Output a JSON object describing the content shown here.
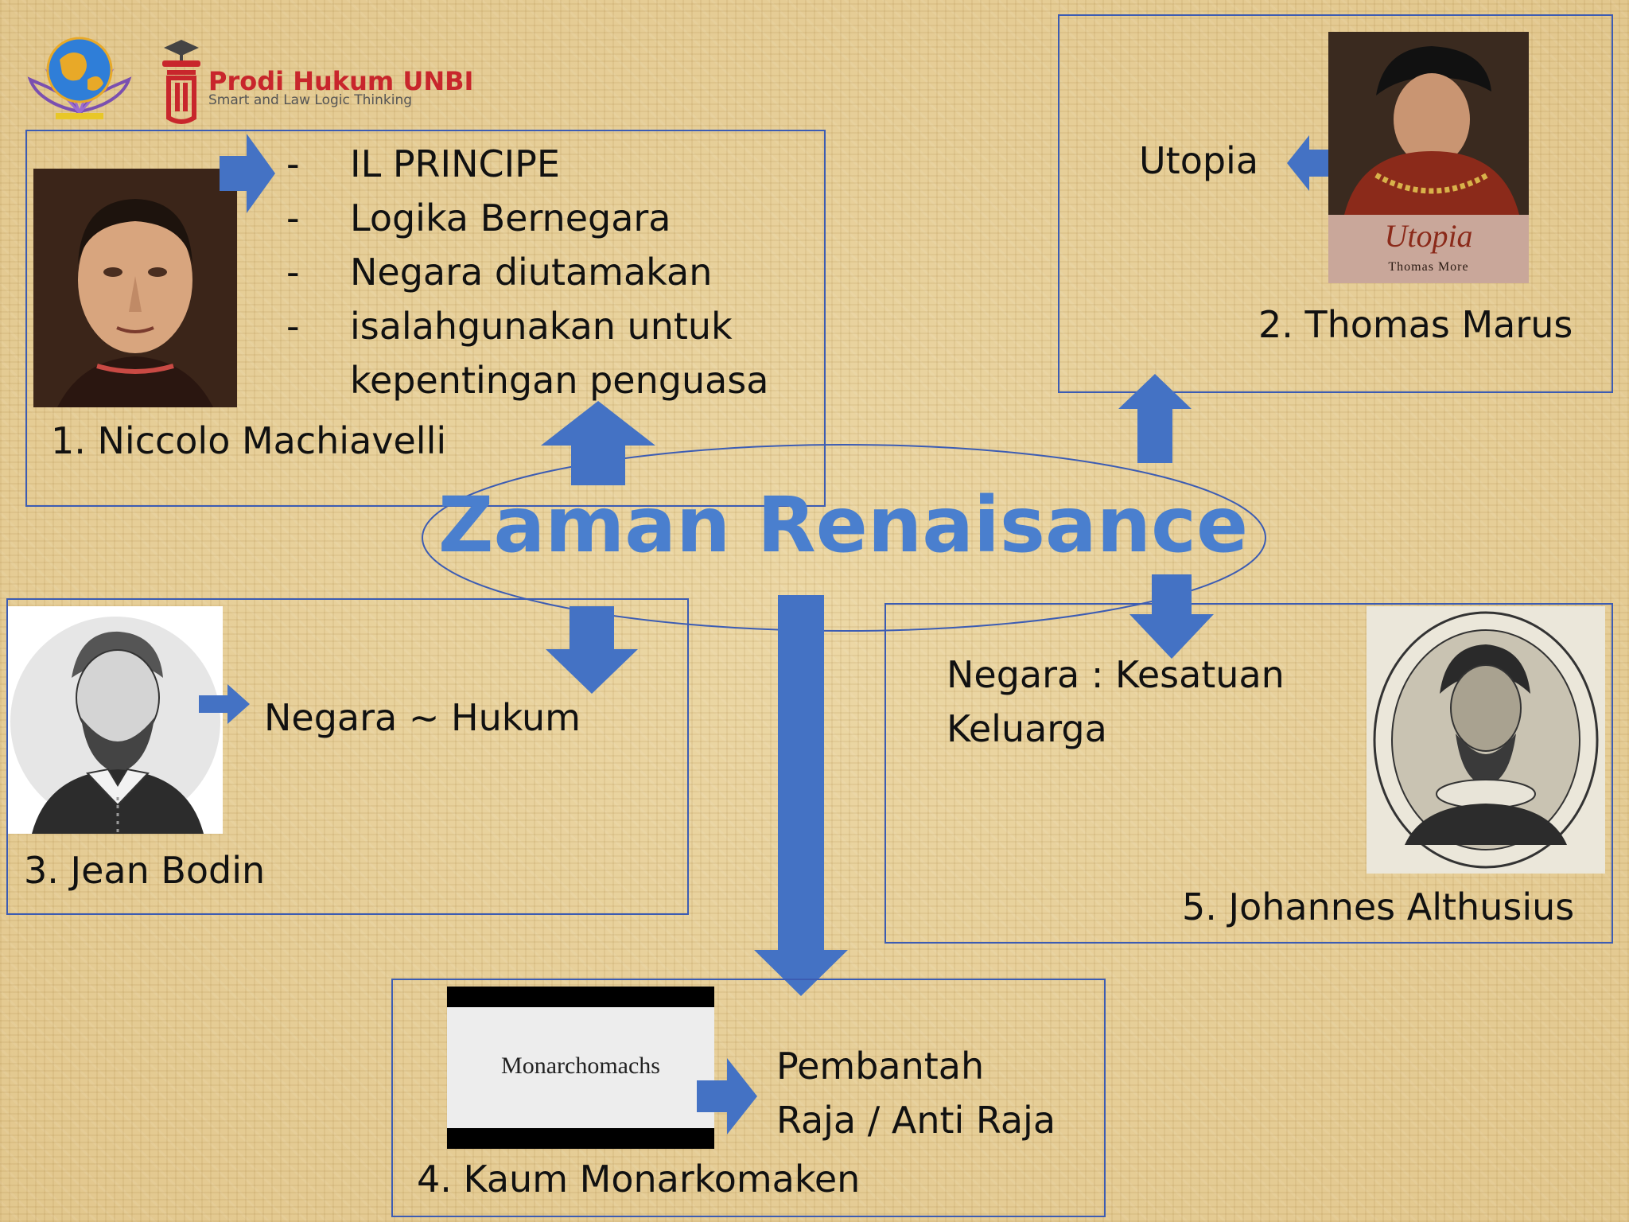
{
  "logos": {
    "unbi_name": "Prodi Hukum UNBI",
    "unbi_tagline": "Smart and Law Logic Thinking"
  },
  "center": {
    "title": "Zaman Renaisance"
  },
  "machiavelli": {
    "name": "1. Niccolo Machiavelli",
    "bullets": [
      "IL PRINCIPE",
      "Logika Bernegara",
      "Negara diutamakan",
      "isalahgunakan untuk"
    ],
    "bullet_continuation": "kepentingan penguasa",
    "bullet_marker": "-"
  },
  "more": {
    "name": "2. Thomas Marus",
    "work": "Utopia",
    "book_title": "Utopia",
    "book_author": "Thomas More"
  },
  "bodin": {
    "name": "3. Jean Bodin",
    "idea": "Negara ~ Hukum"
  },
  "monarchomachs": {
    "name": "4. Kaum Monarkomaken",
    "image_label": "Monarchomachs",
    "idea_line1": "Pembantah",
    "idea_line2": "Raja / Anti Raja"
  },
  "althusius": {
    "name": "5. Johannes Althusius",
    "idea_line1": "Negara : Kesatuan",
    "idea_line2": "Keluarga"
  },
  "colors": {
    "accent_blue": "#4472c4",
    "title_blue": "#4a7fce",
    "box_border": "#3c5cb3",
    "logo_red": "#c8262c"
  }
}
